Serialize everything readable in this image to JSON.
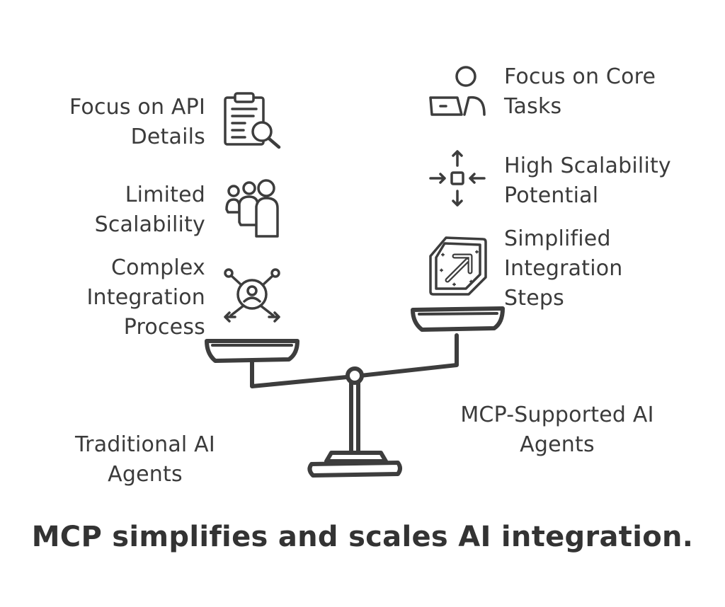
{
  "left_side": {
    "items": [
      {
        "line1": "Focus on API",
        "line2": "Details",
        "icon": "clipboard-search-icon"
      },
      {
        "line1": "Limited",
        "line2": "Scalability",
        "icon": "group-people-icon"
      },
      {
        "line1": "Complex",
        "line2": "Integration",
        "line3": "Process",
        "icon": "network-user-icon"
      }
    ],
    "title": {
      "line1": "Traditional AI",
      "line2": "Agents"
    }
  },
  "right_side": {
    "items": [
      {
        "line1": "Focus on Core",
        "line2": "Tasks",
        "icon": "person-laptop-icon"
      },
      {
        "line1": "High Scalability",
        "line2": "Potential",
        "icon": "arrows-inward-box-icon"
      },
      {
        "line1": "Simplified",
        "line2": "Integration",
        "line3": "Steps",
        "icon": "arrow-badge-icon"
      }
    ],
    "title": {
      "line1": "MCP-Supported AI",
      "line2": "Agents"
    }
  },
  "caption": "MCP simplifies and scales AI integration.",
  "colors": {
    "stroke": "#3d3d3d",
    "text": "#3b3b3b",
    "background": "#ffffff"
  }
}
